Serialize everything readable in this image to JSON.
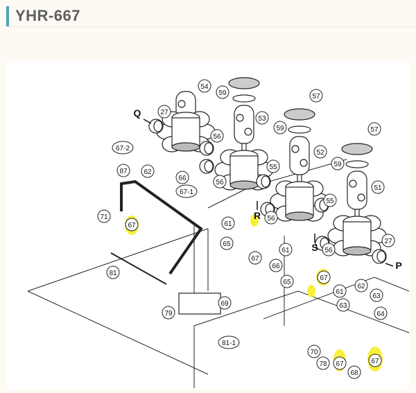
{
  "page": {
    "title": "YHR-667",
    "accent_color": "#4aa6b3"
  },
  "diagram": {
    "highlight_color": "#f7ef3a",
    "direction_labels": [
      "Q",
      "R",
      "S",
      "P"
    ],
    "callouts": [
      "54",
      "59",
      "57",
      "53",
      "27",
      "59",
      "57",
      "56",
      "52",
      "67-2",
      "62",
      "55",
      "56",
      "66",
      "59",
      "51",
      "87",
      "67-1",
      "55",
      "71",
      "67",
      "61",
      "56",
      "65",
      "56",
      "27",
      "61",
      "67",
      "66",
      "67",
      "81",
      "65",
      "61",
      "63",
      "62",
      "69",
      "63",
      "79",
      "64",
      "81-1",
      "70",
      "78",
      "67",
      "67",
      "68"
    ]
  }
}
